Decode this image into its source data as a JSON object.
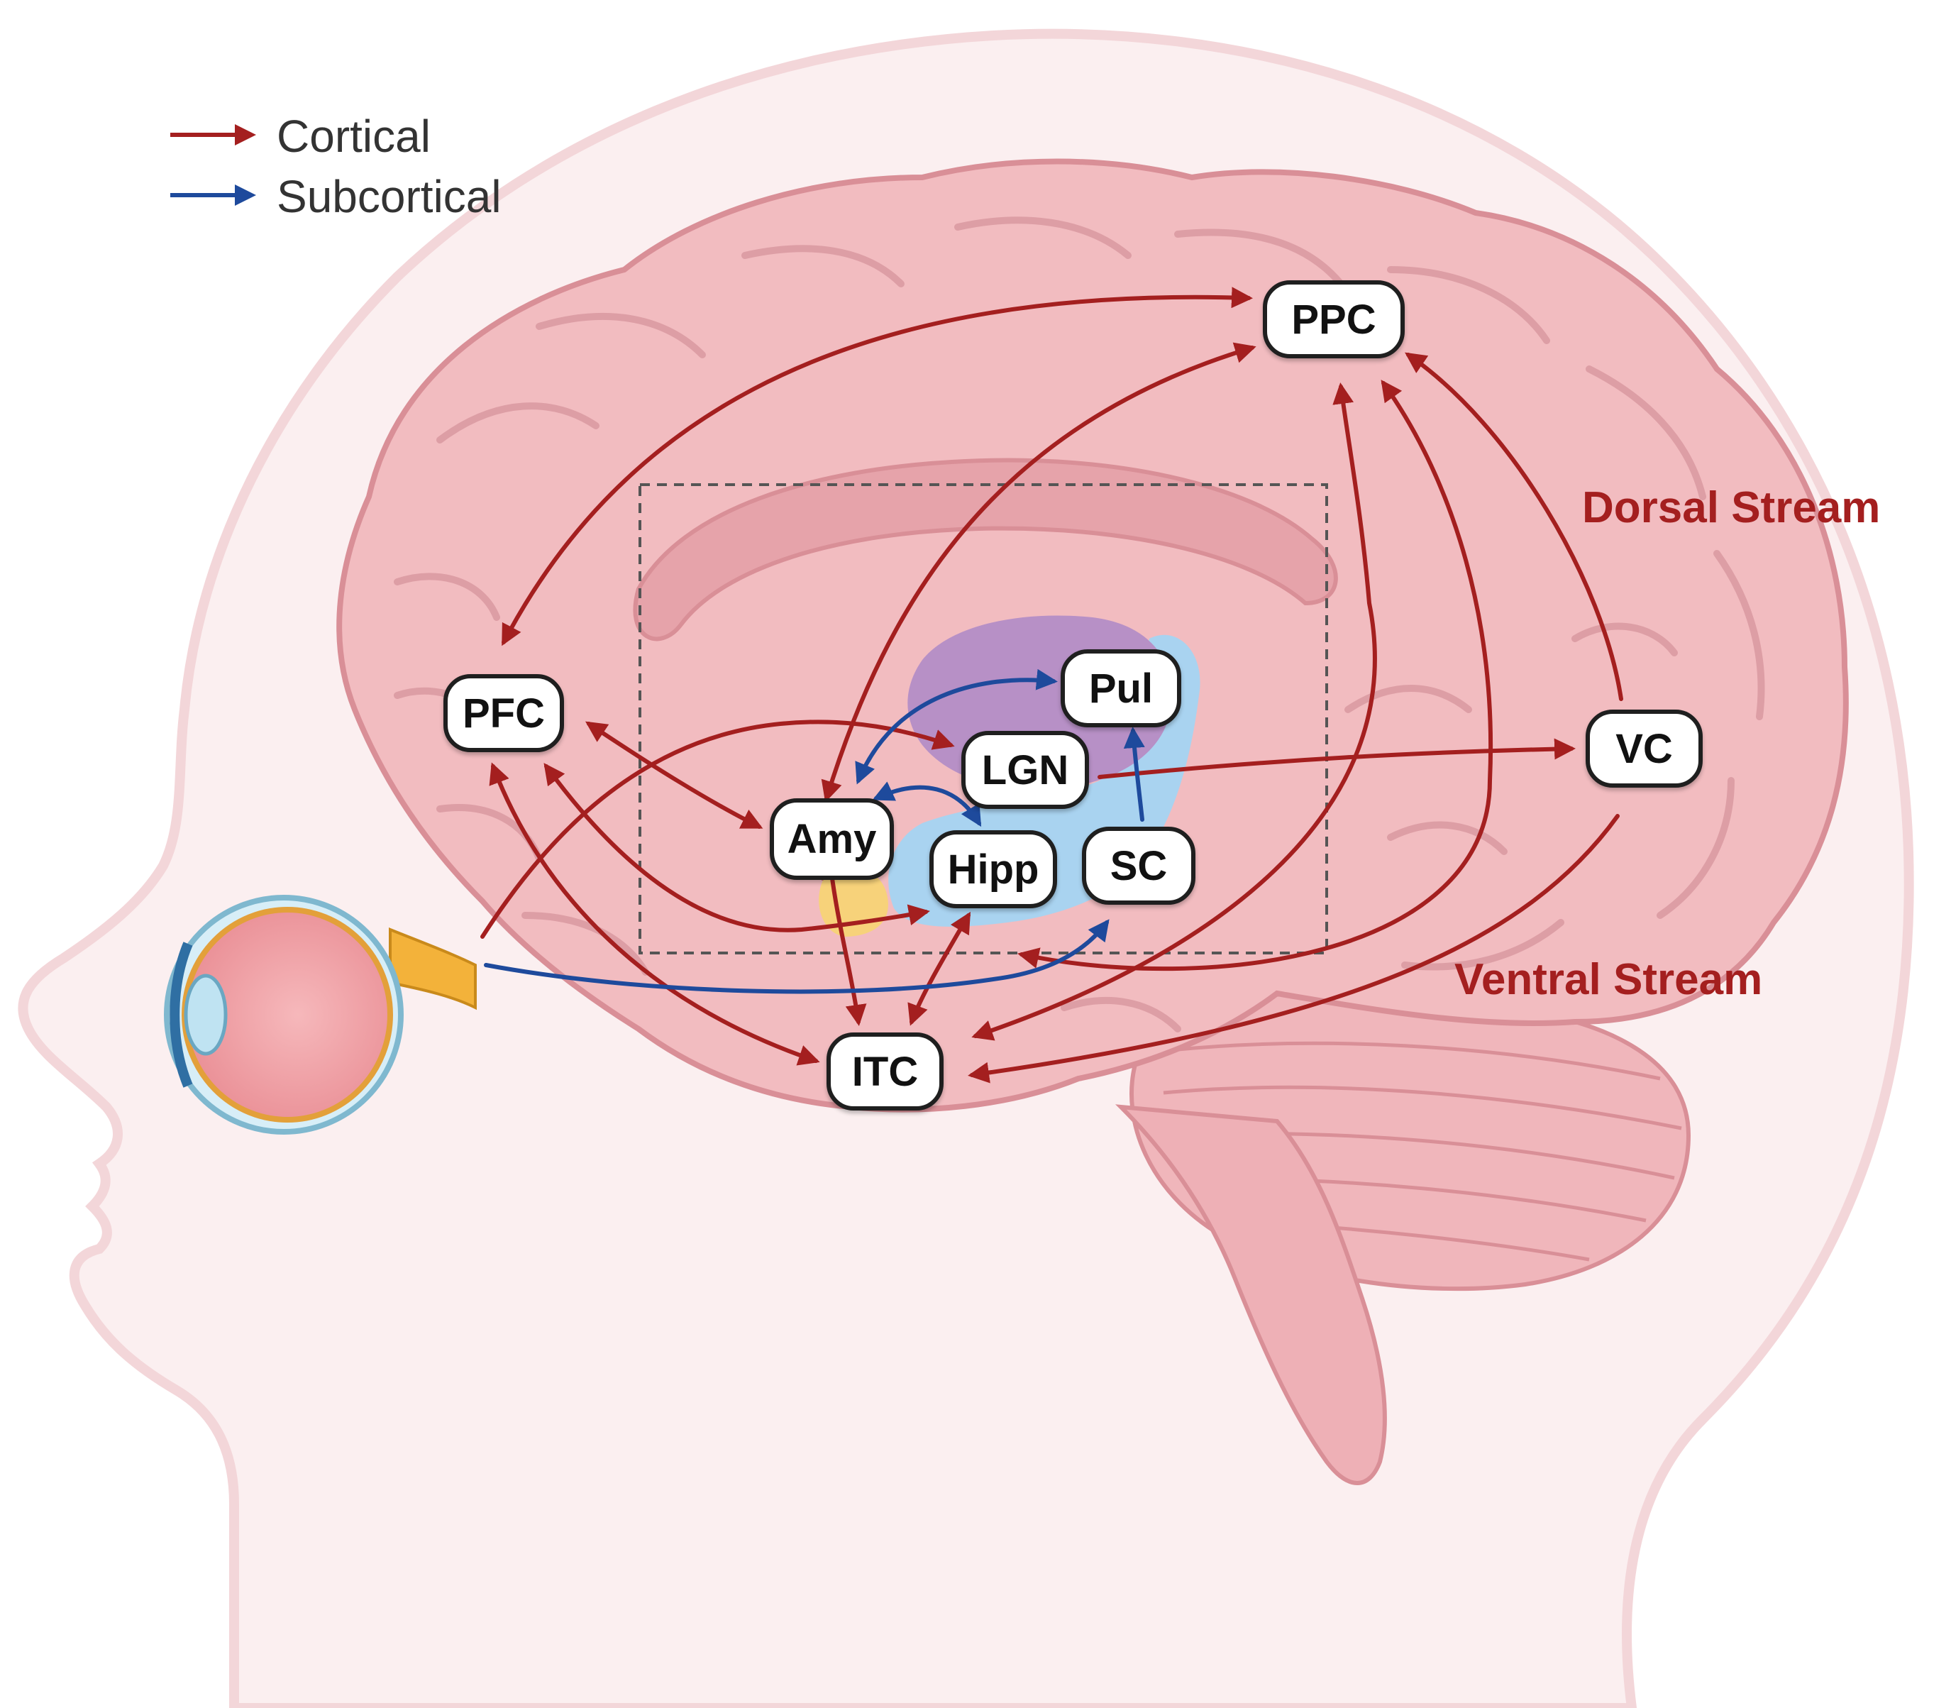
{
  "legend": {
    "cortical": {
      "label": "Cortical",
      "color": "#a41f1f"
    },
    "subcortical": {
      "label": "Subcortical",
      "color": "#1e4a9c"
    }
  },
  "nodes": {
    "ppc": "PPC",
    "pfc": "PFC",
    "pul": "Pul",
    "lgn": "LGN",
    "vc": "VC",
    "amy": "Amy",
    "hipp": "Hipp",
    "sc": "SC",
    "itc": "ITC"
  },
  "streams": {
    "dorsal": "Dorsal Stream",
    "ventral": "Ventral Stream"
  },
  "colors": {
    "cortical_arrow": "#a41f1f",
    "subcortical_arrow": "#1e4a9c",
    "brain_fill": "#f2bcc0",
    "head_fill": "#fbeff0",
    "pulvinar_region": "#b790c6",
    "subcortical_region": "#a9d3f0",
    "amygdala_region": "#f7d27a",
    "eye_sclera": "#f2a9ad",
    "optic_nerve": "#f3b23a"
  }
}
